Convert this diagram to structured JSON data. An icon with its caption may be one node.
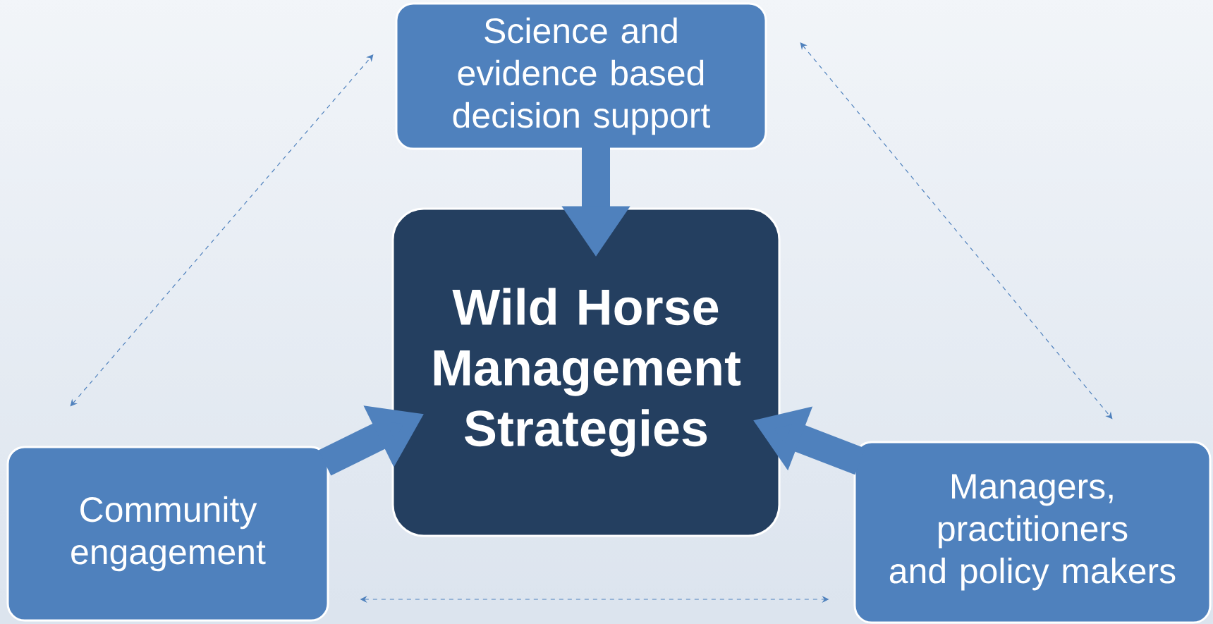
{
  "diagram": {
    "nodes": [
      {
        "text": [
          "Science and evidence based decision support"
        ]
      },
      {
        "text": [
          "Wild Horse Management Strategies"
        ]
      },
      {
        "text": [
          "Community engagement"
        ]
      },
      {
        "text": [
          "Managers, practitioners and policy makers"
        ]
      }
    ],
    "edges": [
      {
        "from": 0,
        "to": 1,
        "arrow": "to",
        "style": "thick"
      },
      {
        "from": 2,
        "to": 1,
        "arrow": "to",
        "style": "thick"
      },
      {
        "from": 3,
        "to": 1,
        "arrow": "to",
        "style": "thick"
      },
      {
        "from": 2,
        "to": 0,
        "arrow": "both",
        "style": "dashed"
      },
      {
        "from": 0,
        "to": 3,
        "arrow": "both",
        "style": "dashed"
      },
      {
        "from": 2,
        "to": 3,
        "arrow": "both",
        "style": "dashed"
      }
    ]
  }
}
